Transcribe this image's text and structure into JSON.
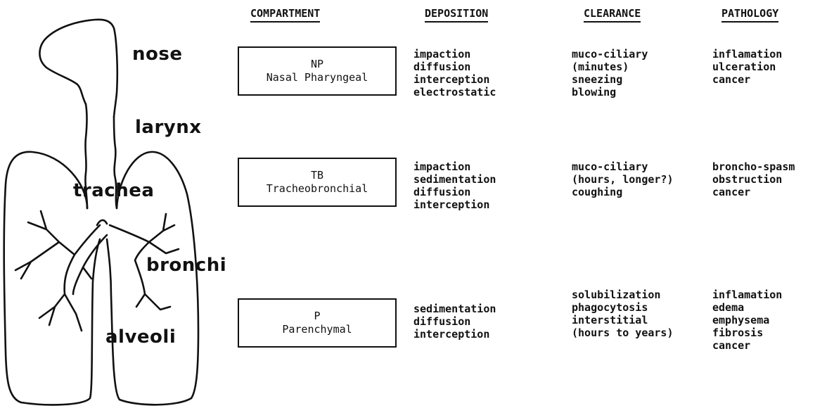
{
  "anatomy": {
    "labels": [
      "nose",
      "larynx",
      "trachea",
      "bronchi",
      "alveoli"
    ]
  },
  "headers": {
    "compartment": "COMPARTMENT",
    "deposition": "DEPOSITION",
    "clearance": "CLEARANCE",
    "pathology": "PATHOLOGY"
  },
  "rows": [
    {
      "abbr": "NP",
      "name": "Nasal Pharyngeal",
      "deposition": [
        "impaction",
        "diffusion",
        "interception",
        "electrostatic"
      ],
      "clearance": [
        "muco-ciliary",
        "(minutes)",
        "sneezing",
        "blowing"
      ],
      "pathology": [
        "inflamation",
        "ulceration",
        "cancer"
      ]
    },
    {
      "abbr": "TB",
      "name": "Tracheobronchial",
      "deposition": [
        "impaction",
        "sedimentation",
        "diffusion",
        "interception"
      ],
      "clearance": [
        "muco-ciliary",
        "(hours, longer?)",
        "coughing"
      ],
      "pathology": [
        "broncho-spasm",
        "obstruction",
        "cancer"
      ]
    },
    {
      "abbr": "P",
      "name": "Parenchymal",
      "deposition": [
        "sedimentation",
        "diffusion",
        "interception"
      ],
      "clearance": [
        "solubilization",
        "phagocytosis",
        "interstitial",
        "(hours to years)"
      ],
      "pathology": [
        "inflamation",
        "edema",
        "emphysema",
        "fibrosis",
        "cancer"
      ]
    }
  ]
}
